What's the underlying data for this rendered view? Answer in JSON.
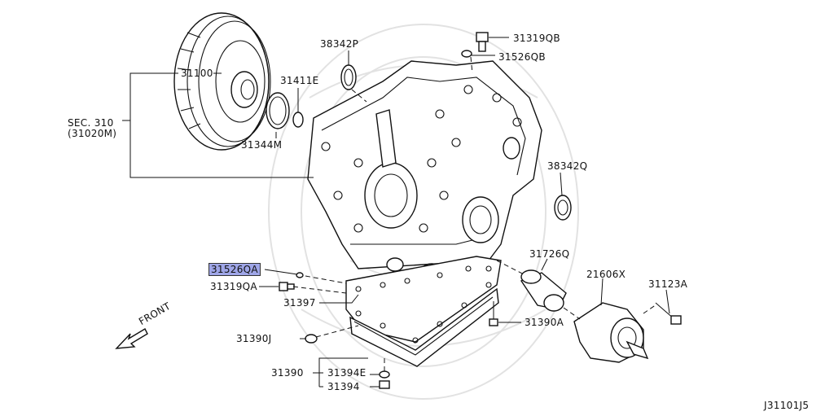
{
  "labels": {
    "p31100": "31100",
    "sec1": "SEC. 310",
    "sec2": "(31020M)",
    "p31344M": "31344M",
    "p31411E": "31411E",
    "p38342P": "38342P",
    "p31319QB": "31319QB",
    "p31526QB": "31526QB",
    "p38342Q": "38342Q",
    "p31726Q": "31726Q",
    "p21606X": "21606X",
    "p31123A": "31123A",
    "p31390A": "31390A",
    "p31526QA": "31526QA",
    "p31319QA": "31319QA",
    "p31397": "31397",
    "p31390J": "31390J",
    "p31390": "31390",
    "p31394E": "31394E",
    "p31394": "31394",
    "front": "FRONT",
    "ref": "J31101J5"
  },
  "colors": {
    "highlight": "#9fa6e8",
    "ink": "#111111",
    "watermark": "#e2e2e2"
  }
}
